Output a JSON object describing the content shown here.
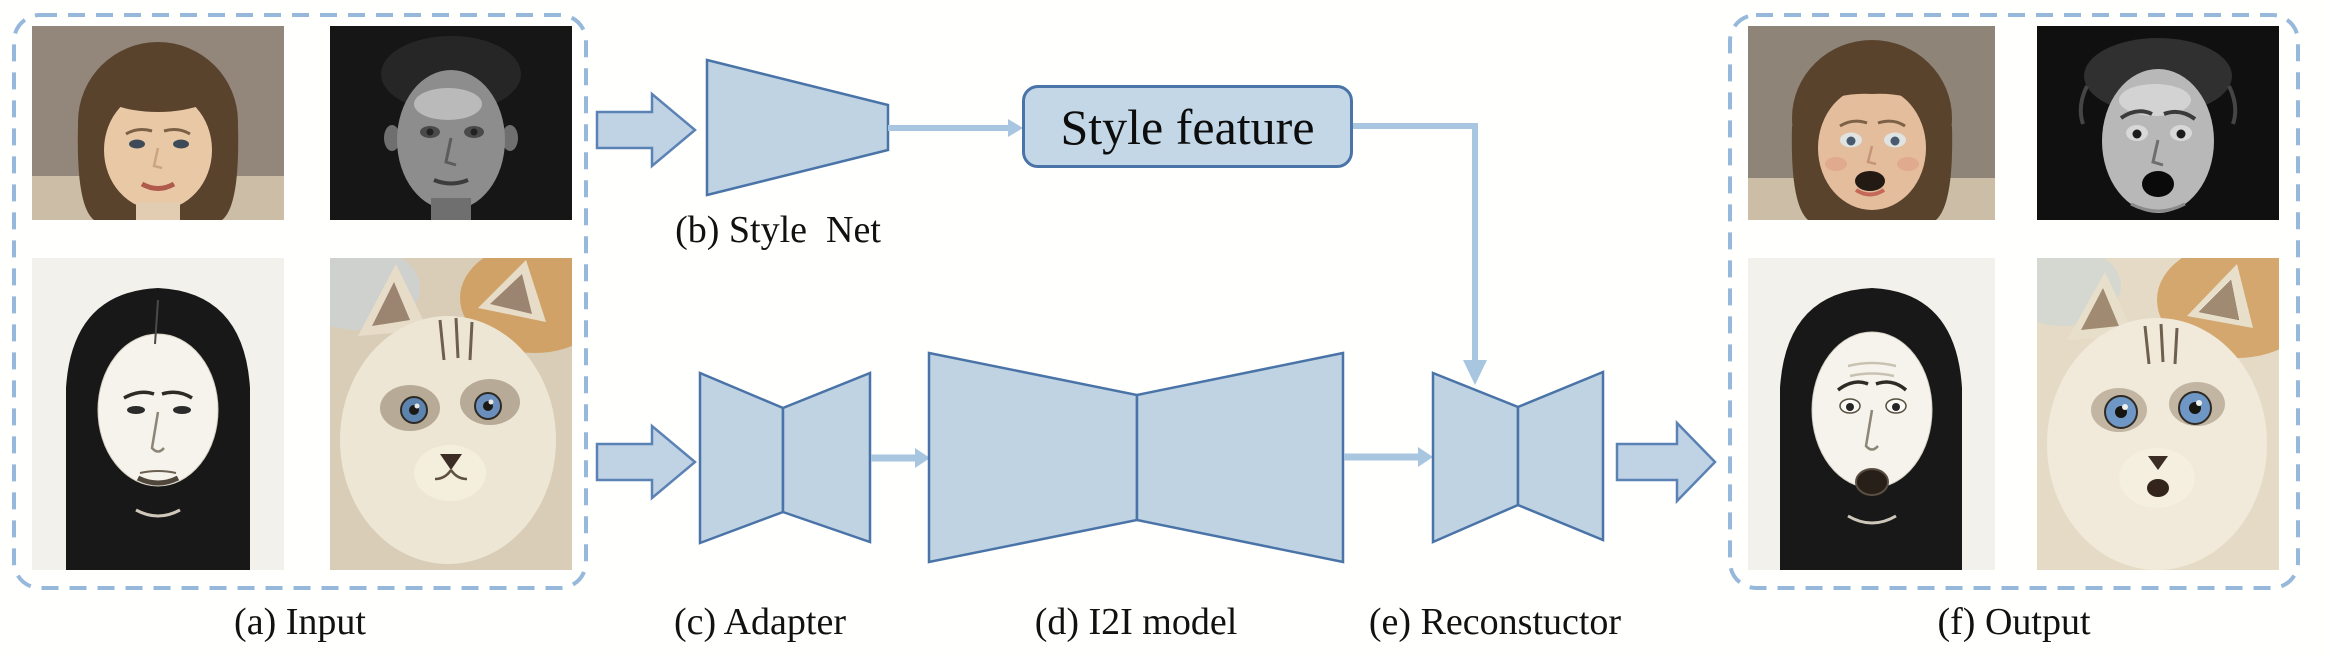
{
  "figure": {
    "panels": {
      "input": {
        "caption": "(a) Input",
        "images": [
          "child-color-portrait",
          "boy-grayscale-painting",
          "woman-pencil-sketch",
          "kitten-photo"
        ]
      },
      "output": {
        "caption": "(f) Output",
        "images": [
          "surprised-child-color-portrait",
          "surprised-boy-grayscale-painting",
          "surprised-woman-pencil-sketch",
          "surprised-kitten-photo"
        ]
      }
    },
    "nodes": {
      "style_net": {
        "caption": "(b) Style  Net"
      },
      "style_feature": {
        "label": "Style feature"
      },
      "adapter": {
        "caption": "(c) Adapter"
      },
      "i2i_model": {
        "caption": "(d) I2I model"
      },
      "reconstructor": {
        "caption": "(e) Reconstuctor"
      }
    },
    "colors": {
      "shape_fill": "#c0d3e3",
      "shape_stroke": "#4a74a8",
      "connector": "#a9c6e0",
      "dashed_border": "#96b8db",
      "text": "#111111",
      "background": "#ffffff"
    }
  }
}
